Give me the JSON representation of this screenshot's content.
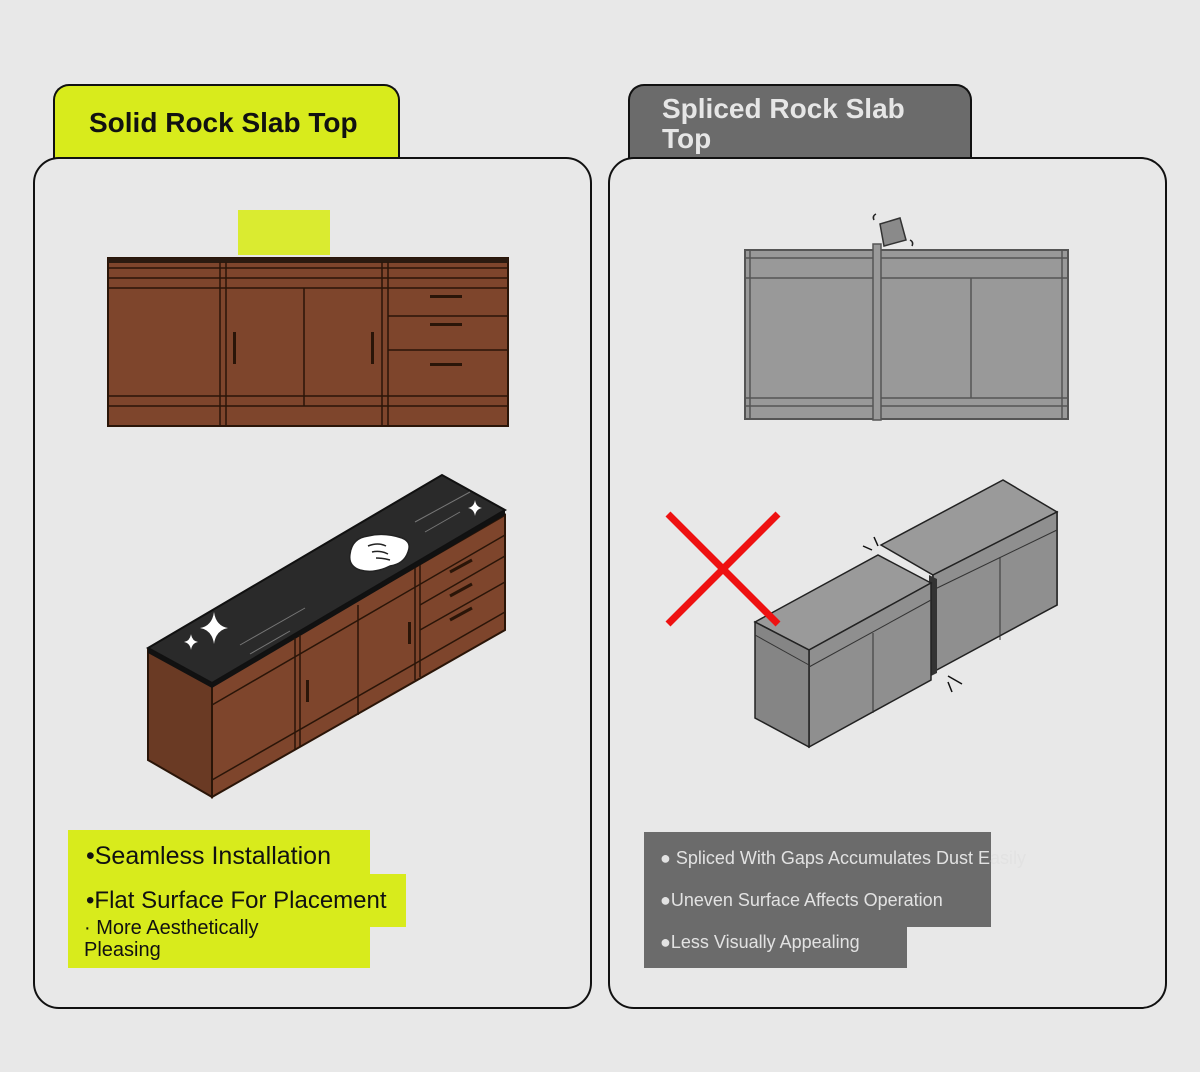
{
  "left": {
    "title": "Solid Rock Slab Top",
    "features": [
      "•Seamless Installation",
      "•Flat Surface For Placement",
      "· More Aesthetically",
      "Pleasing"
    ],
    "colors": {
      "accent": "#d8eb1c",
      "wood": "#7e452c",
      "slab": "#2a2a2a"
    }
  },
  "right": {
    "title": "Spliced Rock Slab Top",
    "features": [
      "● Spliced With Gaps Accumulates Dust Easily",
      "●Uneven Surface Affects Operation",
      "●Less Visually Appealing"
    ],
    "colors": {
      "accent": "#6b6b6b",
      "cabinet": "#999999",
      "cross": "#ee1111"
    }
  },
  "icons": [
    "sparkle-icon",
    "wiping-hand-icon",
    "red-cross-icon",
    "crack-mark-icon",
    "tilted-tile-icon"
  ]
}
